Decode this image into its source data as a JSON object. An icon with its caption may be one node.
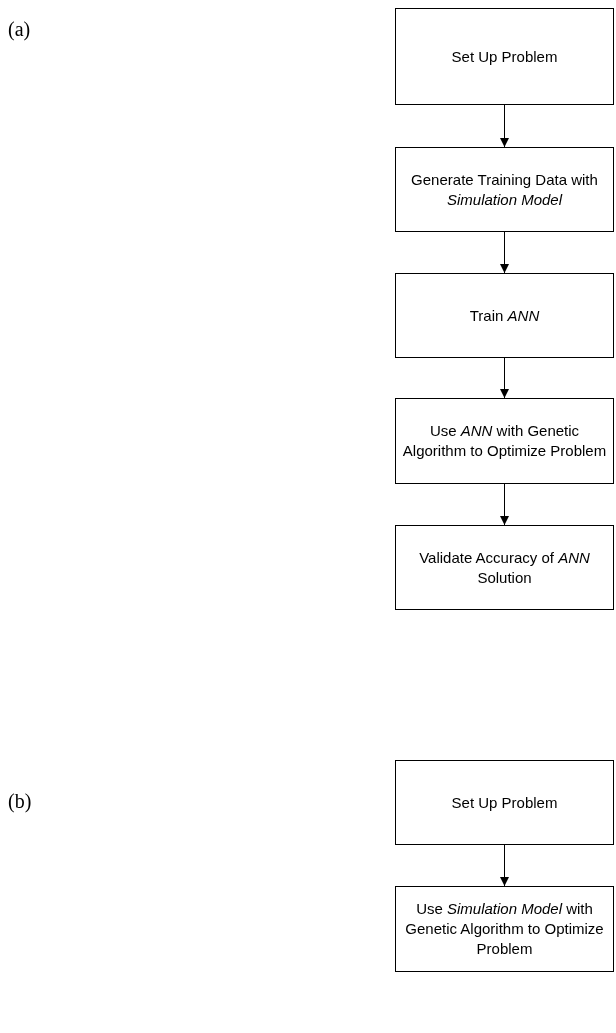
{
  "diagram": {
    "nodes": [
      {
        "text": [
          "Set Up Problem"
        ]
      },
      {
        "text": [
          "Generate Training Data with *Simulation Model*"
        ]
      },
      {
        "text": [
          "Train *ANN*"
        ]
      },
      {
        "text": [
          "Use *ANN* with Genetic Algorithm to Optimize Problem"
        ]
      },
      {
        "text": [
          "Validate Accuracy of *ANN* Solution"
        ]
      },
      {
        "text": [
          "Set Up Problem"
        ]
      },
      {
        "text": [
          "Use *Simulation Model* with Genetic Algorithm to Optimize Problem"
        ]
      }
    ],
    "edges": [
      {
        "from": 0,
        "to": 1,
        "arrow": "to"
      },
      {
        "from": 1,
        "to": 2,
        "arrow": "to"
      },
      {
        "from": 2,
        "to": 3,
        "arrow": "to"
      },
      {
        "from": 3,
        "to": 4,
        "arrow": "to"
      },
      {
        "from": 5,
        "to": 6,
        "arrow": "to"
      }
    ],
    "labels": [
      "(a)",
      "(b)"
    ]
  }
}
